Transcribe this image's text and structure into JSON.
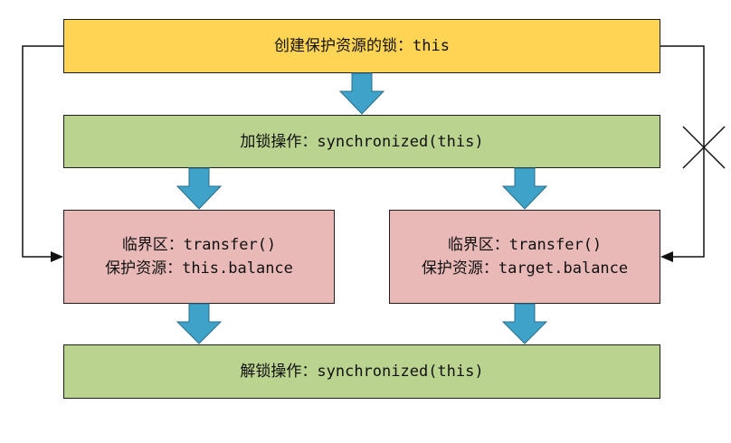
{
  "diagram": {
    "create_lock": {
      "label": "创建保护资源的锁：this"
    },
    "lock_op": {
      "label": "加锁操作：synchronized(this)"
    },
    "critical_left": {
      "line1": "临界区：transfer()",
      "line2": "保护资源：this.balance"
    },
    "critical_right": {
      "line1": "临界区：transfer()",
      "line2": "保护资源：target.balance"
    },
    "unlock_op": {
      "label": "解锁操作：synchronized(this)"
    }
  },
  "colors": {
    "yellow_box": "#fed454",
    "green_box": "#bad38f",
    "pink_box": "#e9b9b8",
    "flow_arrow": "#3fa2c8",
    "border": "#1f1f1f"
  },
  "icons": {
    "flow_arrow": "down-arrow-icon",
    "connector": "connector-arrow-icon",
    "blocked": "cross-mark-icon"
  }
}
